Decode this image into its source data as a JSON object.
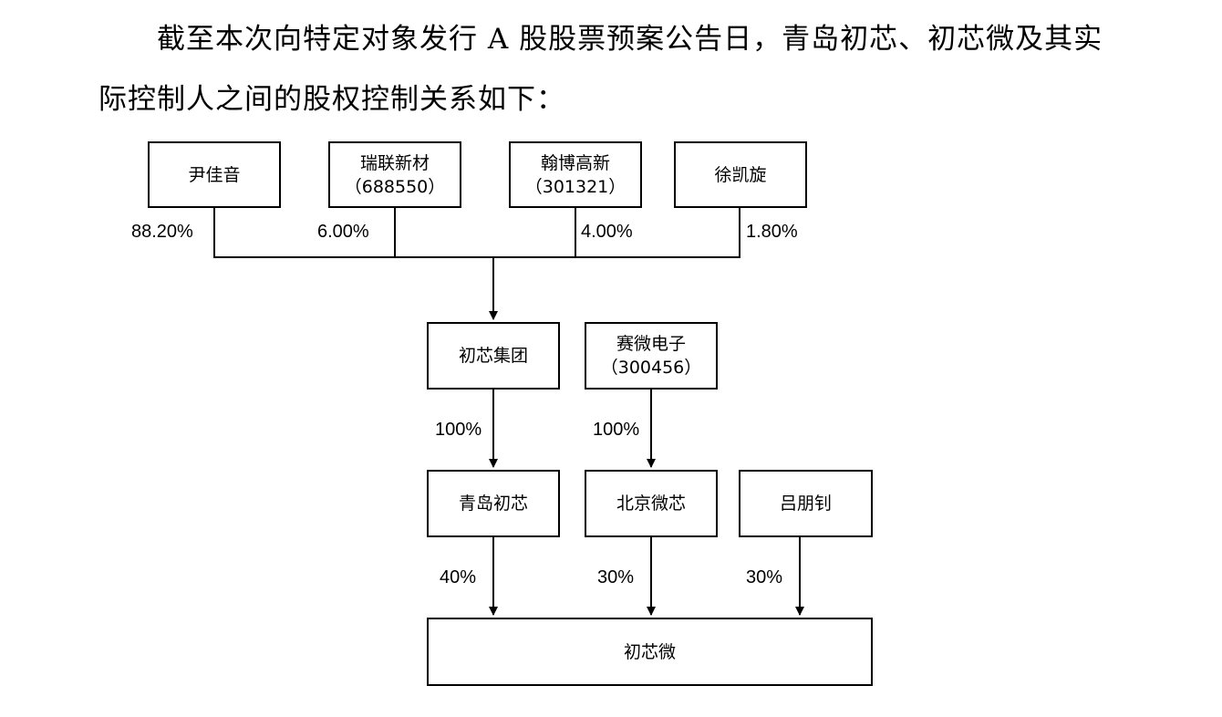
{
  "paragraph": "截至本次向特定对象发行 A 股股票预案公告日，青岛初芯、初芯微及其实际控制人之间的股权控制关系如下：",
  "nodes": {
    "yin_jiayin": {
      "name": "尹佳音",
      "code": ""
    },
    "ruilian": {
      "name": "瑞联新材",
      "code": "（688550）"
    },
    "hanbo": {
      "name": "翰博高新",
      "code": "（301321）"
    },
    "xu_kaixuan": {
      "name": "徐凯旋",
      "code": ""
    },
    "chuxin_group": {
      "name": "初芯集团",
      "code": ""
    },
    "saiwei": {
      "name": "赛微电子",
      "code": "（300456）"
    },
    "qingdao_chuxin": {
      "name": "青岛初芯",
      "code": ""
    },
    "beijing_weixin": {
      "name": "北京微芯",
      "code": ""
    },
    "lv_pengzhao": {
      "name": "吕朋钊",
      "code": ""
    },
    "chuxinwei": {
      "name": "初芯微",
      "code": ""
    }
  },
  "edges": {
    "yin_to_group": "88.20%",
    "ruilian_to_group": "6.00%",
    "hanbo_to_group": "4.00%",
    "xu_to_group": "1.80%",
    "group_to_qingdao": "100%",
    "saiwei_to_beijing": "100%",
    "qingdao_to_chuxinwei": "40%",
    "beijing_to_chuxinwei": "30%",
    "lv_to_chuxinwei": "30%"
  }
}
